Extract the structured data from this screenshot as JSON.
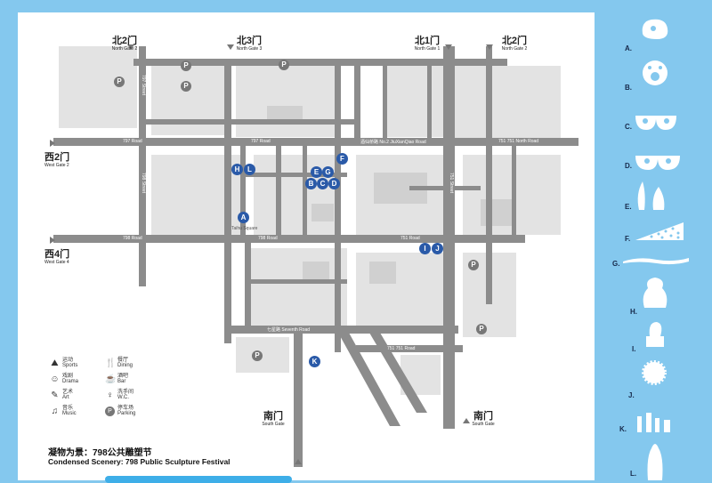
{
  "gates": {
    "north2_left": {
      "zh": "北2门",
      "en": "North Gate 2"
    },
    "north3": {
      "zh": "北3门",
      "en": "North Gate 3"
    },
    "north1": {
      "zh": "北1门",
      "en": "North Gate 1"
    },
    "north2_right": {
      "zh": "北2门",
      "en": "North Gate 2"
    },
    "west2": {
      "zh": "西2门",
      "en": "West Gate 2"
    },
    "west4": {
      "zh": "西4门",
      "en": "West Gate 4"
    },
    "south_left": {
      "zh": "南门",
      "en": "South Gate"
    },
    "south_right": {
      "zh": "南门",
      "en": "South Gate"
    }
  },
  "roads": {
    "r797_left": "797 Road",
    "r797_mid": "797 Road",
    "jiuxianqiao": "酒仙桥路 No.2 JiuXianQiao Road",
    "r751_north": "751 751 North Road",
    "r798_left": "798 Road",
    "r798_mid": "798 Road",
    "r751_mid": "751 Road",
    "r751_low": "751 751 Road",
    "seventh": "七星路 Seventh Road",
    "street797": "797 Street",
    "street798": "798 Street",
    "street751": "751 Street"
  },
  "places": {
    "a_square": "Taihu Square"
  },
  "markers": [
    "A",
    "B",
    "C",
    "D",
    "E",
    "F",
    "G",
    "H",
    "I",
    "J",
    "K",
    "L"
  ],
  "parking_symbol": "P",
  "legend": [
    {
      "icon": "sports-icon",
      "zh": "运动",
      "en": "Sports"
    },
    {
      "icon": "dining-icon",
      "zh": "餐厅",
      "en": "Dining"
    },
    {
      "icon": "drama-icon",
      "zh": "戏剧",
      "en": "Drama"
    },
    {
      "icon": "bar-icon",
      "zh": "酒吧",
      "en": "Bar"
    },
    {
      "icon": "art-icon",
      "zh": "艺术",
      "en": "Art"
    },
    {
      "icon": "wc-icon",
      "zh": "洗手间",
      "en": "W.C."
    },
    {
      "icon": "music-icon",
      "zh": "音乐",
      "en": "Music"
    },
    {
      "icon": "parking-icon",
      "zh": "停车场",
      "en": "Parking"
    }
  ],
  "title": {
    "zh": "凝物为景：798公共雕塑节",
    "en": "Condensed Scenery: 798 Public Sculpture Festival"
  },
  "sculptures": [
    {
      "label": "A.",
      "icon": "sculpture-a-icon"
    },
    {
      "label": "B.",
      "icon": "sculpture-b-icon"
    },
    {
      "label": "C.",
      "icon": "sculpture-c-icon"
    },
    {
      "label": "D.",
      "icon": "sculpture-d-icon"
    },
    {
      "label": "E.",
      "icon": "sculpture-e-icon"
    },
    {
      "label": "F.",
      "icon": "sculpture-f-icon"
    },
    {
      "label": "G.",
      "icon": "sculpture-g-icon"
    },
    {
      "label": "H.",
      "icon": "sculpture-h-icon"
    },
    {
      "label": "I.",
      "icon": "sculpture-i-icon"
    },
    {
      "label": "J.",
      "icon": "sculpture-j-icon"
    },
    {
      "label": "K.",
      "icon": "sculpture-k-icon"
    },
    {
      "label": "L.",
      "icon": "sculpture-l-icon"
    }
  ],
  "colors": {
    "background": "#84c8ee",
    "road": "#8c8c8c",
    "marker": "#2a5aa8"
  }
}
